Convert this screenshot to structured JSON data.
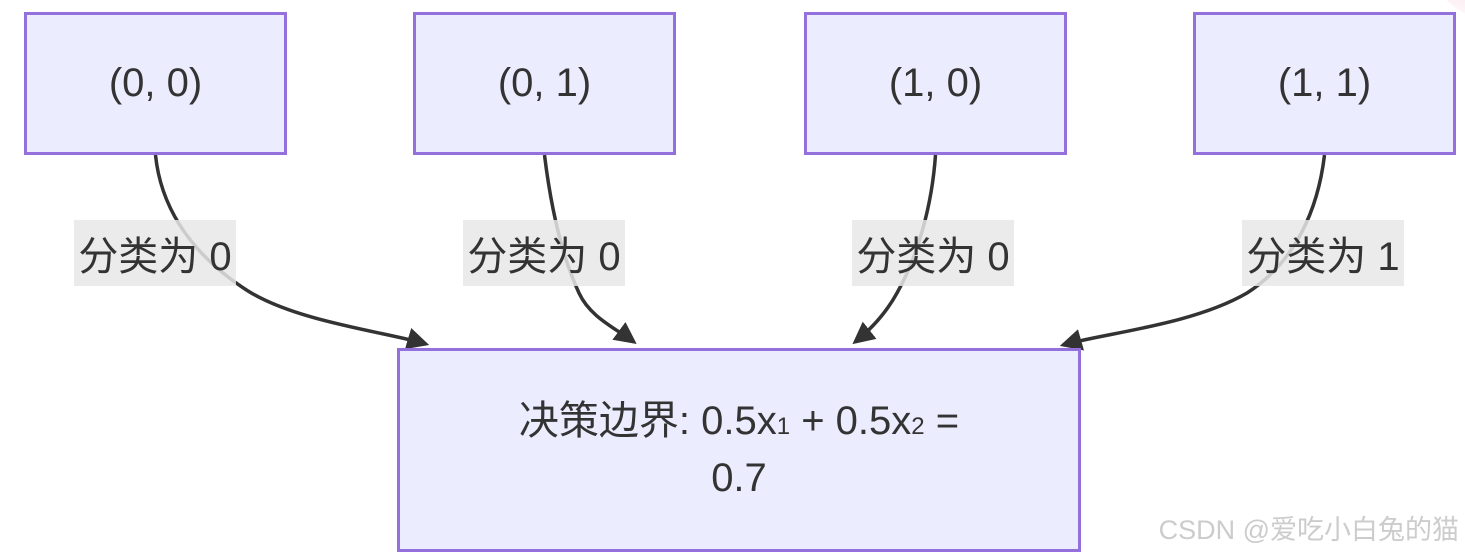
{
  "colors": {
    "node_fill": "#ECECFF",
    "node_border": "#9370DB",
    "edge": "#333333",
    "edge_label_bg": "rgba(232,232,232,0.85)",
    "text": "#333333",
    "watermark": "#cccccc",
    "corner_pink": "#eba6bd"
  },
  "diagram": {
    "nodes": [
      {
        "label": "(0, 0)"
      },
      {
        "label": "(0, 1)"
      },
      {
        "label": "(1, 0)"
      },
      {
        "label": "(1, 1)"
      }
    ],
    "edges": [
      {
        "from": "(0, 0)",
        "label": "分类为 0"
      },
      {
        "from": "(0, 1)",
        "label": "分类为 0"
      },
      {
        "from": "(1, 0)",
        "label": "分类为 0"
      },
      {
        "from": "(1, 1)",
        "label": "分类为 1"
      }
    ],
    "result": {
      "prefix": "决策边界: 0.5x",
      "sub1": "1",
      "mid": " + 0.5x",
      "sub2": "2",
      "suffix": " =",
      "line2": "0.7"
    }
  },
  "watermark": {
    "text": "CSDN @爱吃小白兔的猫"
  }
}
